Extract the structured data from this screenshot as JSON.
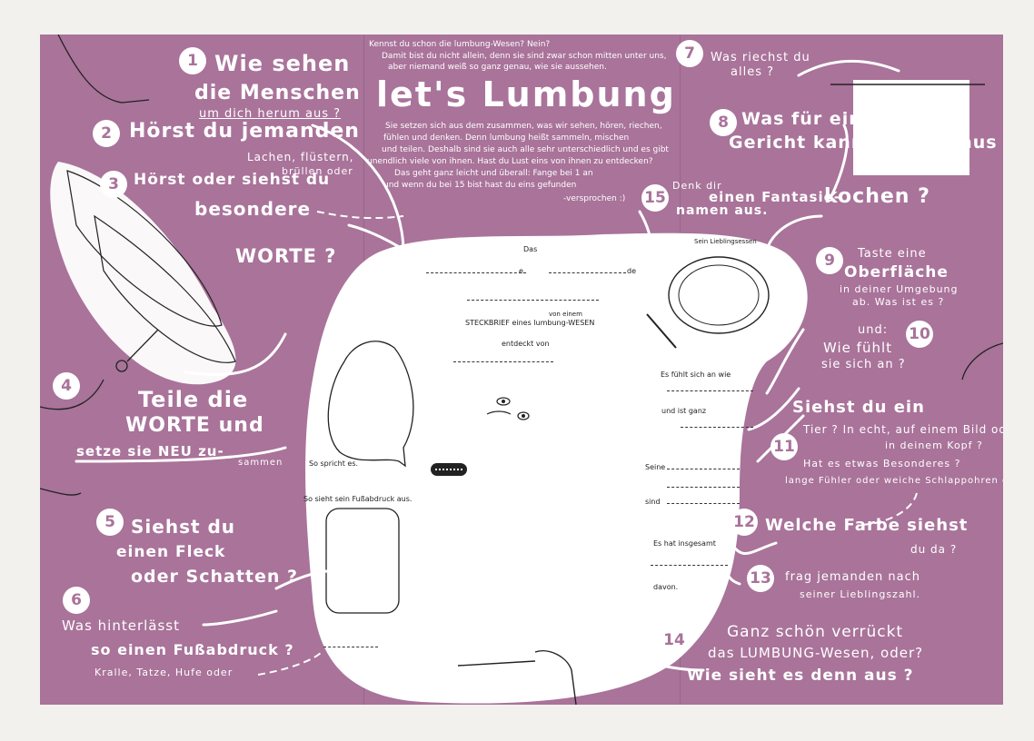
{
  "intro": {
    "line1": "Kennst du schon die lumbung-Wesen? Nein?",
    "line2": "Damit bist du nicht allein, denn sie sind zwar schon mitten unter uns,",
    "line3": "aber niemand weiß so ganz genau, wie sie aussehen.",
    "title": "let's Lumbung",
    "p1": "Sie setzen sich aus dem zusammen, was wir sehen, hören, riechen,",
    "p2": "fühlen und denken. Denn lumbung heißt sammeln, mischen",
    "p3": "und teilen. Deshalb sind sie auch alle sehr unterschiedlich und es gibt",
    "p4": "unendlich viele von ihnen. Hast du Lust eins von ihnen zu entdecken?",
    "p5": "Das geht ganz leicht und überall: Fange bei",
    "p5n": "1",
    "p5b": "an",
    "p6": "und wenn du bei",
    "p6n": "15",
    "p6b": "bist hast du eins gefunden",
    "sign": "-versprochen :)"
  },
  "steps": {
    "s1": {
      "n": "1",
      "a": "Wie sehen",
      "b": "die Menschen",
      "c": "um dich herum aus ?"
    },
    "s2": {
      "n": "2",
      "a": "Hörst du jemanden",
      "b": "Lachen, flüstern,",
      "c": "brüllen oder"
    },
    "s3": {
      "n": "3",
      "a": "Hörst oder siehst du",
      "b": "besondere",
      "c": "WORTE ?"
    },
    "s4": {
      "n": "4",
      "a": "Teile die",
      "b": "WORTE und",
      "c": "setze sie NEU zu-",
      "d": "sammen"
    },
    "s5": {
      "n": "5",
      "a": "Siehst du",
      "b": "einen Fleck",
      "c": "oder Schatten ?"
    },
    "s6": {
      "n": "6",
      "a": "Was hinterlässt",
      "b": "so einen Fußabdruck ?",
      "c": "Kralle, Tatze, Hufe oder"
    },
    "s7": {
      "n": "7",
      "a": "Was riechst du",
      "b": "alles ?"
    },
    "s8": {
      "n": "8",
      "a": "Was für ein",
      "b": "Gericht kannst du daraus",
      "c": "kochen ?"
    },
    "s9": {
      "n": "9",
      "a": "Taste eine",
      "b": "Oberfläche",
      "c": "in deiner Umgebung",
      "d": "ab. Was ist es ?"
    },
    "s10": {
      "n": "10",
      "a": "und:",
      "b": "Wie fühlt",
      "c": "sie sich an ?"
    },
    "s11": {
      "n": "11",
      "a": "Siehst du ein",
      "b": "Tier ? In echt, auf einem Bild oder",
      "c": "in deinem Kopf ?",
      "d": "Hat es etwas Besonderes ?",
      "e": "lange Fühler oder weiche Schlappohren oder"
    },
    "s12": {
      "n": "12",
      "a": "Welche Farbe siehst",
      "b": "du da ?"
    },
    "s13": {
      "n": "13",
      "a": "frag jemanden nach",
      "b": "seiner Lieblingszahl."
    },
    "s14": {
      "n": "14",
      "a": "Ganz schön verrückt",
      "b": "das LUMBUNG-Wesen, oder?",
      "c": "Wie sieht es denn aus ?"
    },
    "s15": {
      "n": "15",
      "a": "Denk dir",
      "b": "einen Fantasie-",
      "c": "namen aus."
    }
  },
  "card": {
    "das": "Das",
    "e": "e",
    "de": "de",
    "von_einem": "von einem",
    "steckbrief": "STECKBRIEF eines lumbung-WESEN",
    "entdeckt": "entdeckt von",
    "lieblingsessen": "Sein Lieblingsessen",
    "fuehlt": "Es fühlt sich an wie",
    "ist_ganz": "und ist ganz",
    "spricht": "So spricht es.",
    "fussabdruck": "So sieht sein Fußabdruck aus.",
    "seine": "Seine",
    "sind": "sind",
    "insgesamt": "Es hat insgesamt",
    "davon": "davon."
  },
  "colors": {
    "poster": "#a9739a",
    "paper": "#ffffff",
    "ink": "#222222",
    "background": "#f3f1ee"
  }
}
